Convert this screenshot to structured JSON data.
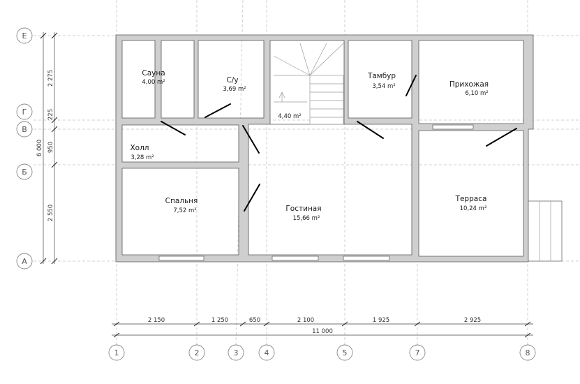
{
  "rooms": [
    {
      "id": "sauna",
      "name": "Сауна",
      "area": "4,00 m²"
    },
    {
      "id": "wc",
      "name": "С/у",
      "area": "3,69 m²"
    },
    {
      "id": "stair",
      "name": "",
      "area": "4,40 m²"
    },
    {
      "id": "tambur",
      "name": "Тамбур",
      "area": "3,54 m²"
    },
    {
      "id": "entry",
      "name": "Прихожая",
      "area": "6,10 m²"
    },
    {
      "id": "hall",
      "name": "Холл",
      "area": "3,28 m²"
    },
    {
      "id": "bedroom",
      "name": "Спальня",
      "area": "7,52 m²"
    },
    {
      "id": "living",
      "name": "Гостиная",
      "area": "15,66 m²"
    },
    {
      "id": "terrace",
      "name": "Терраса",
      "area": "10,24 m²"
    }
  ],
  "axes_horizontal": [
    {
      "id": "1",
      "label": "1"
    },
    {
      "id": "2",
      "label": "2"
    },
    {
      "id": "3",
      "label": "3"
    },
    {
      "id": "4",
      "label": "4"
    },
    {
      "id": "5",
      "label": "5"
    },
    {
      "id": "7",
      "label": "7"
    },
    {
      "id": "8",
      "label": "8"
    }
  ],
  "axes_vertical": [
    {
      "id": "E",
      "label": "Е"
    },
    {
      "id": "G",
      "label": "Г"
    },
    {
      "id": "V",
      "label": "В"
    },
    {
      "id": "B",
      "label": "Б"
    },
    {
      "id": "A",
      "label": "А"
    }
  ],
  "dimensions_horizontal": [
    "2 150",
    "1 250",
    "650",
    "2 100",
    "1 925",
    "2 925"
  ],
  "dimension_total_horizontal": "11 000",
  "dimensions_vertical": [
    "2 275",
    "225",
    "950",
    "2 550"
  ],
  "dimension_total_vertical": "6 000"
}
